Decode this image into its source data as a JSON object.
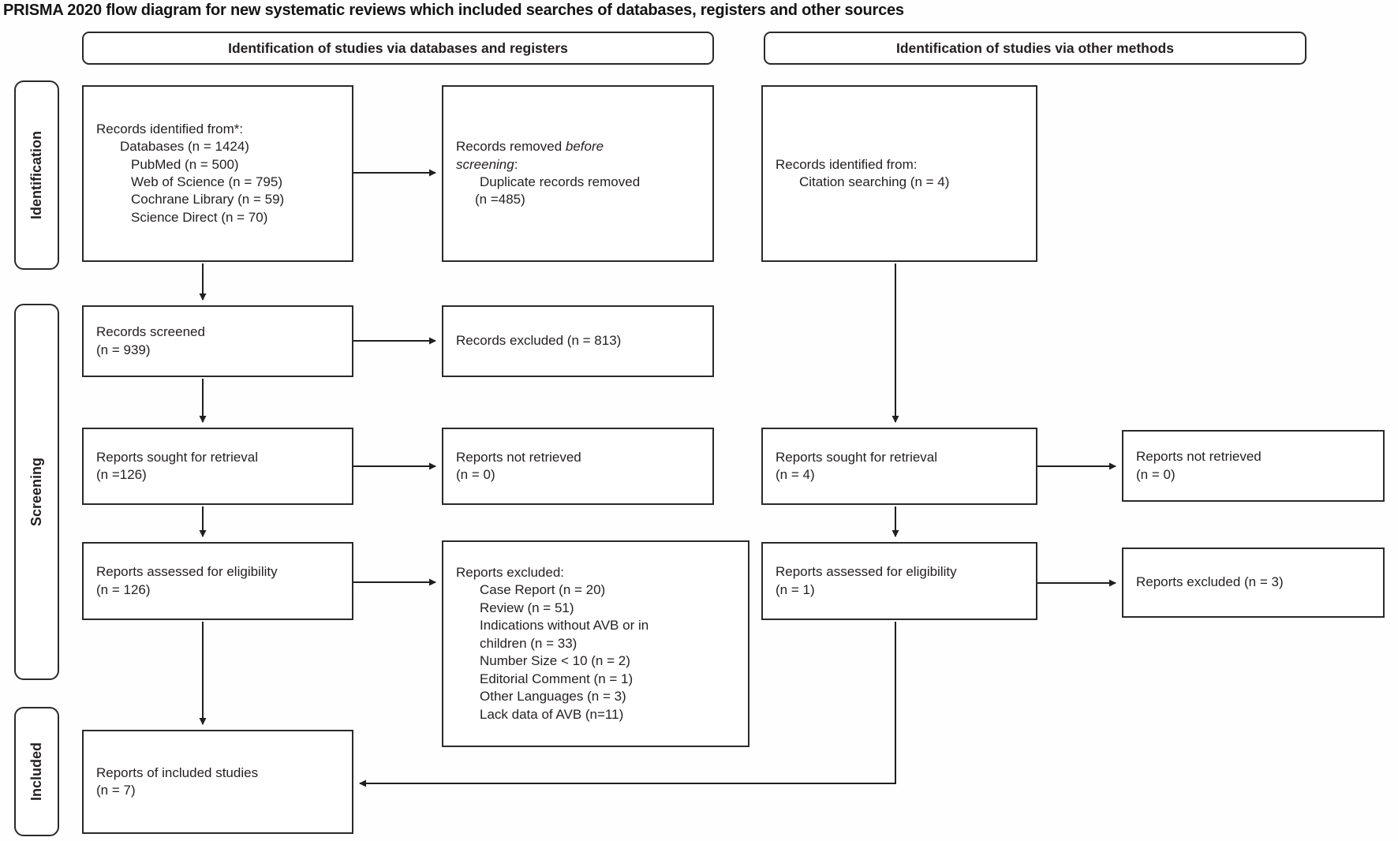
{
  "title": "PRISMA 2020 flow diagram for new systematic reviews which included searches of databases, registers and other sources",
  "column_headers": {
    "databases_registers": "Identification of studies via databases and registers",
    "other_methods": "Identification of studies via other methods"
  },
  "stage_labels": {
    "identification": "Identification",
    "screening": "Screening",
    "included": "Included"
  },
  "boxes": {
    "records_identified_db": {
      "line1": "Records identified from*:",
      "line2": "Databases (n = 1424)",
      "line3": "PubMed (n = 500)",
      "line4": "Web of Science (n = 795)",
      "line5": "Cochrane Library (n = 59)",
      "line6": "Science Direct (n = 70)"
    },
    "records_removed": {
      "prefix": "Records removed ",
      "italic_word1": "before",
      "italic_word2": "screening",
      "suffix": ":",
      "line2": "Duplicate records removed",
      "line3": "(n =485)"
    },
    "records_identified_other": {
      "line1": "Records identified from:",
      "line2": "Citation searching (n = 4)"
    },
    "records_screened": {
      "line1": "Records screened",
      "line2": "(n = 939)"
    },
    "records_excluded": {
      "line1": "Records excluded (n = 813)"
    },
    "reports_sought_db": {
      "line1": "Reports sought for retrieval",
      "line2": "(n =126)"
    },
    "reports_not_retrieved_db": {
      "line1": "Reports not retrieved",
      "line2": "(n = 0)"
    },
    "reports_assessed_db": {
      "line1": "Reports assessed for eligibility",
      "line2": "(n = 126)"
    },
    "reports_excluded_detail": {
      "line1": "Reports excluded:",
      "line2": "Case Report (n = 20)",
      "line3": "Review (n = 51)",
      "line4": "Indications without AVB or in",
      "line5": "children (n = 33)",
      "line6": "Number Size < 10 (n = 2)",
      "line7": "Editorial Comment (n = 1)",
      "line8": "Other Languages (n = 3)",
      "line9": "Lack data of AVB  (n=11)"
    },
    "reports_sought_other": {
      "line1": "Reports sought for retrieval",
      "line2": "(n = 4)"
    },
    "reports_not_retrieved_other": {
      "line1": "Reports not retrieved",
      "line2": "(n = 0)"
    },
    "reports_assessed_other": {
      "line1": "Reports assessed for eligibility",
      "line2": "(n = 1)"
    },
    "reports_excluded_other": {
      "line1": "Reports excluded (n = 3)"
    },
    "included_studies": {
      "line1": "Reports of included studies",
      "line2": "(n = 7)"
    }
  },
  "colors": {
    "border": "#2a2a2a",
    "text": "#231f20",
    "background": "#ffffff",
    "arrow": "#1f1f1f"
  }
}
